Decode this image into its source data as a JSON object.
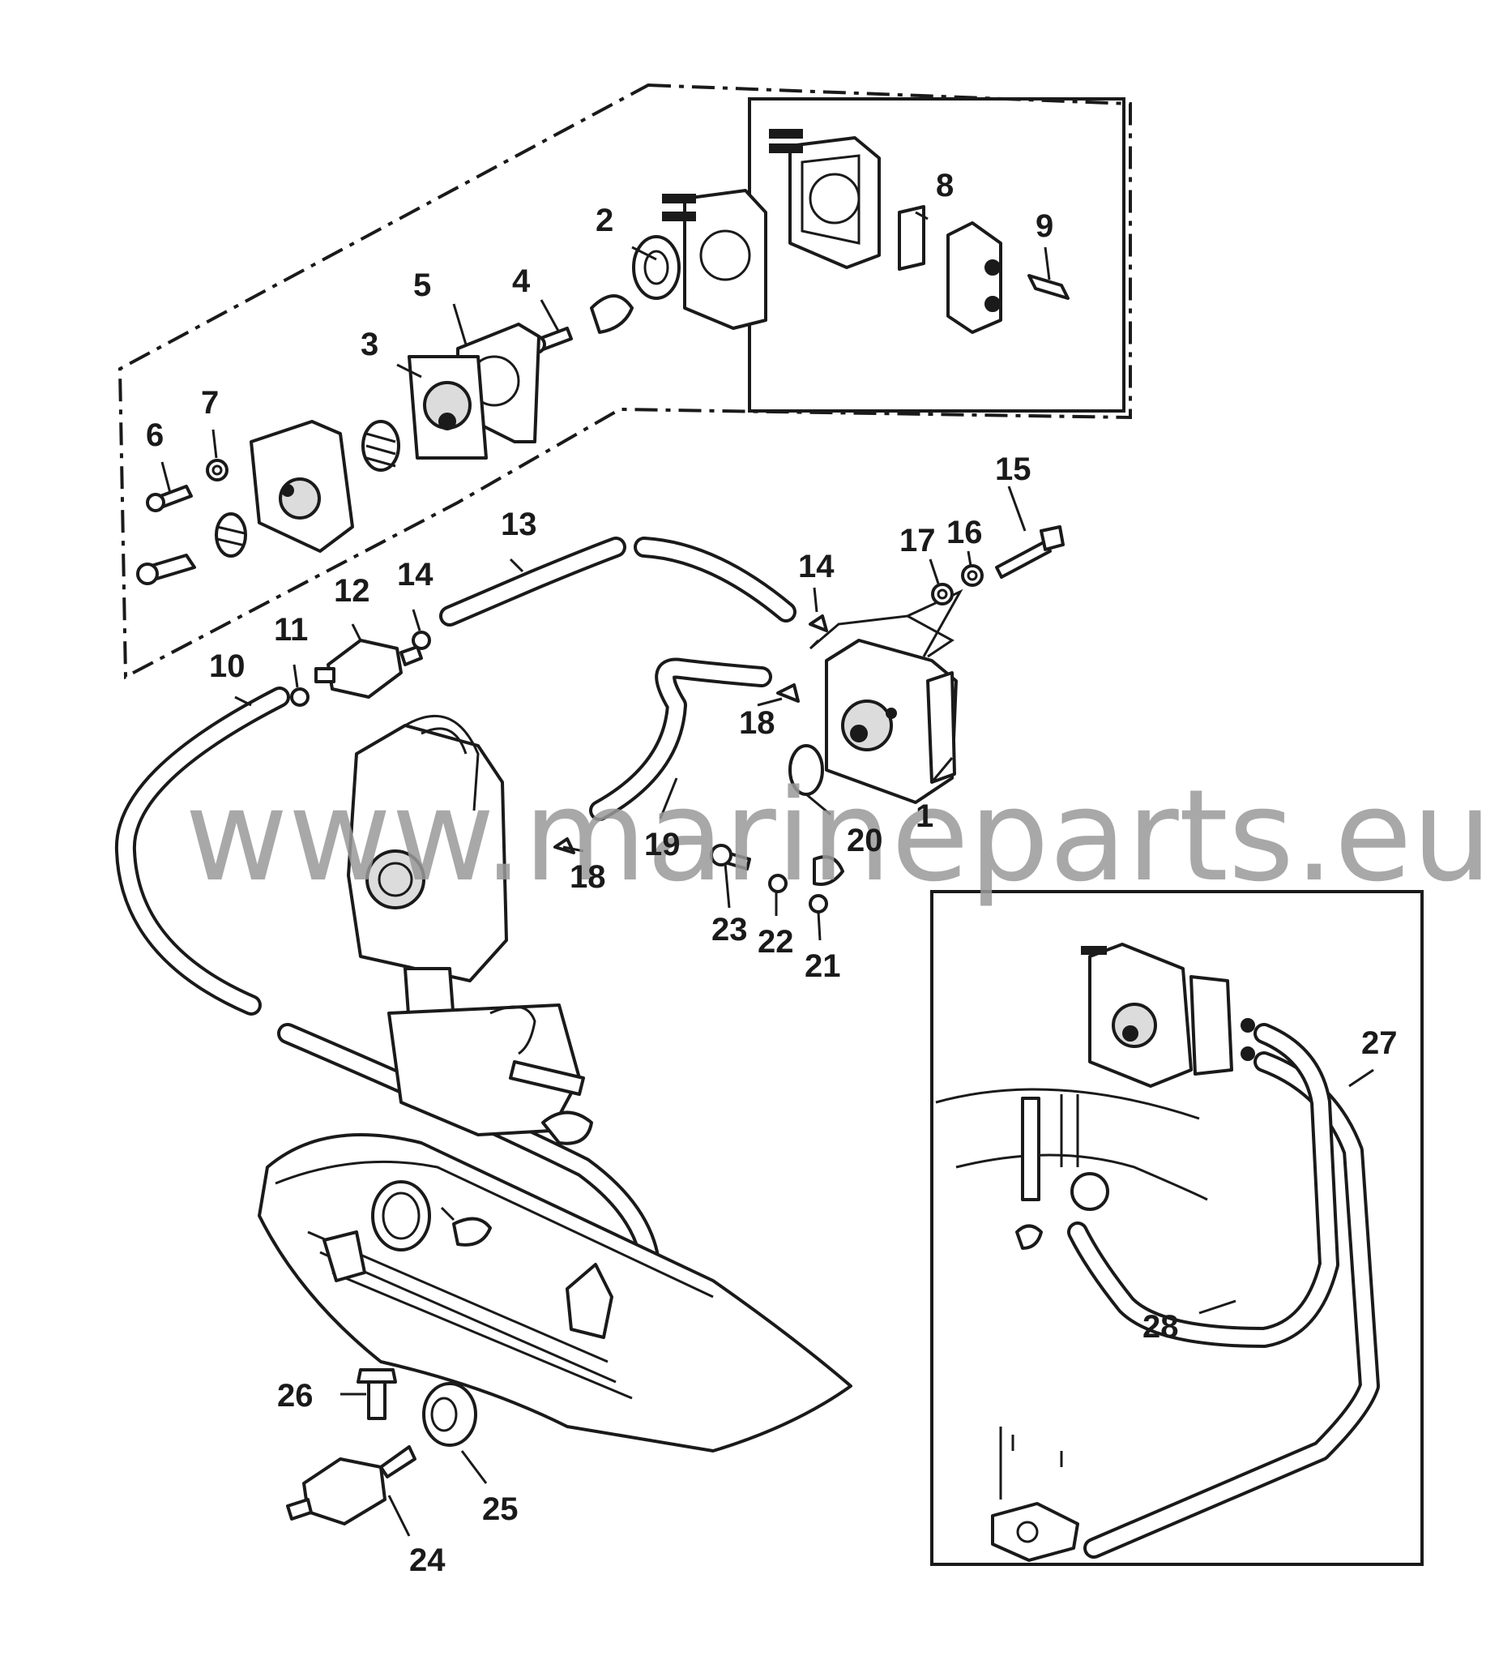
{
  "watermark": "www.marineparts.eu",
  "callouts": {
    "c1": "1",
    "c2": "2",
    "c3": "3",
    "c4": "4",
    "c5": "5",
    "c6": "6",
    "c7": "7",
    "c8": "8",
    "c9": "9",
    "c10": "10",
    "c11": "11",
    "c12": "12",
    "c13": "13",
    "c14a": "14",
    "c14b": "14",
    "c15": "15",
    "c16": "16",
    "c17": "17",
    "c18a": "18",
    "c18b": "18",
    "c19": "19",
    "c20": "20",
    "c21": "21",
    "c22": "22",
    "c23": "23",
    "c24": "24",
    "c25": "25",
    "c26": "26",
    "c27": "27",
    "c28": "28"
  }
}
